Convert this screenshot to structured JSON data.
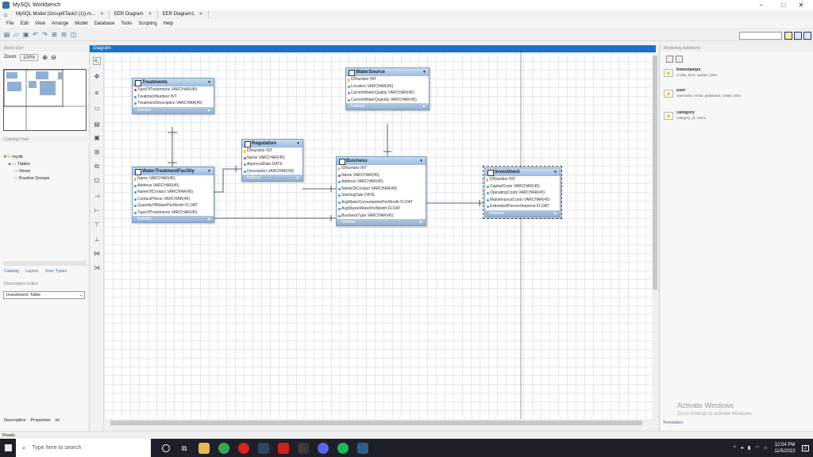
{
  "window": {
    "title": "MySQL Workbench",
    "minimize": "–",
    "maximize": "□",
    "close": "✕"
  },
  "tabs": [
    {
      "label": "MySQL Model (Group6Task2 (1)).m...",
      "close": "✕"
    },
    {
      "label": "EER Diagram",
      "close": "✕"
    },
    {
      "label": "EER Diagram1",
      "close": "✕"
    }
  ],
  "menu": [
    "File",
    "Edit",
    "View",
    "Arrange",
    "Model",
    "Database",
    "Tools",
    "Scripting",
    "Help"
  ],
  "left_panel": {
    "birds_eye_label": "Bird's Eye",
    "zoom_label": "Zoom:",
    "zoom_value": "100%",
    "zoom_in": "⊕",
    "zoom_out": "⊖",
    "catalog_tree_label": "Catalog Tree",
    "tree": {
      "schema": "mydb",
      "tables": "Tables",
      "views": "Views",
      "routine_groups": "Routine Groups"
    },
    "tabs": [
      "Catalog",
      "Layers",
      "User Types"
    ],
    "description_editor_label": "Description Editor",
    "description_select": "Investment: Table",
    "bottom_tabs": [
      "Description",
      "Properties",
      "Hi"
    ]
  },
  "diagram": {
    "label": "Diagram"
  },
  "tables": {
    "treatments": {
      "name": "Treatments",
      "columns": [
        "TypeOfTreatments VARCHAR(45)",
        "TreatmentNumber INT",
        "TreatmentDescription VARCHAR(45)"
      ],
      "indexes": "Indexes"
    },
    "watersource": {
      "name": "WaterSource",
      "columns": [
        "IDNumber INT",
        "Location VARCHAR(45)",
        "CurrentWaterQuality VARCHAR(45)",
        "CurrentWaterQuantity VARCHAR(45)"
      ],
      "indexes": "Indexes"
    },
    "regulation": {
      "name": "Regulation",
      "columns": [
        "IDNumber INT",
        "Name VARCHAR(45)",
        "ApprovalDate DATE",
        "Description VARCHAR(45)"
      ],
      "indexes": "Indexes"
    },
    "wtf": {
      "name": "WaterTreatmentFacility",
      "columns": [
        "Name VARCHAR(45)",
        "Address VARCHAR(45)",
        "NameOfContact VARCHAR(45)",
        "ContactPhone VARCHAR(45)",
        "QuantityOfWaterPerMonth FLOAT",
        "TypeOfTreatments VARCHAR(45)"
      ],
      "indexes": "Indexes"
    },
    "business": {
      "name": "Business",
      "columns": [
        "IDNumber INT",
        "Name VARCHAR(45)",
        "Address VARCHAR(45)",
        "NameOfContact VARCHAR(45)",
        "StartingDate DATE",
        "AvgWaterConsumptionPerMonth FLOAT",
        "AvgWasteWaterPerMonth FLOAT",
        "BusinessType VARCHAR(45)"
      ],
      "indexes": "Indexes"
    },
    "investment": {
      "name": "Investment",
      "columns": [
        "IDNumber INT",
        "CapitalCosts VARCHAR(45)",
        "OperatingCosts VARCHAR(45)",
        "MaintenanceCosts VARCHAR(45)",
        "EstimatedPercentImprove FLOAT"
      ],
      "indexes": "Indexes"
    }
  },
  "right_panel": {
    "label": "Modeling Additions",
    "templates": [
      {
        "name": "timestamps",
        "desc": "create_time, update_time"
      },
      {
        "name": "user",
        "desc": "username, email, password, create_time"
      },
      {
        "name": "category",
        "desc": "category_id, name"
      }
    ],
    "templates_tab": "Templates"
  },
  "watermark": {
    "line1": "Activate Windows",
    "line2": "Go to Settings to activate Windows."
  },
  "status": "Ready",
  "taskbar": {
    "search_placeholder": "Type here to search",
    "time": "12:04 PM",
    "date": "11/5/2022",
    "notif": "2"
  }
}
